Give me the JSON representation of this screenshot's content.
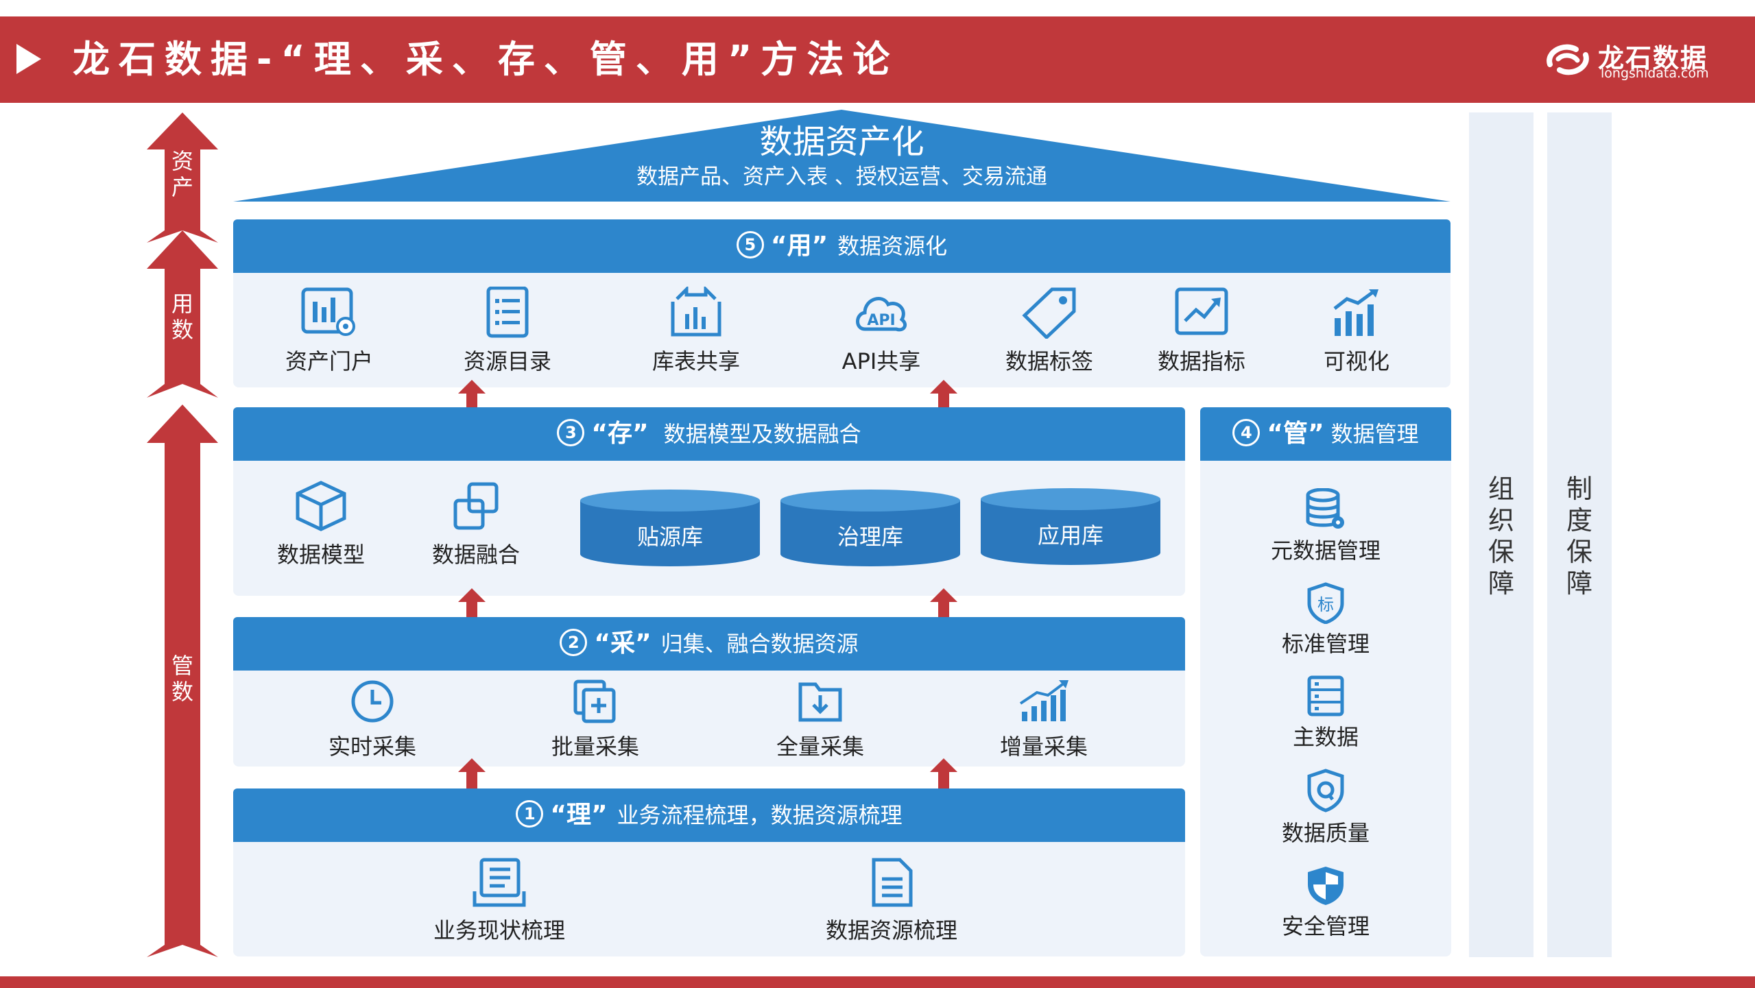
{
  "header": {
    "title": "龙石数据-“理、采、存、管、用”方法论",
    "logo_name": "龙石数据",
    "logo_url": "longshidata.com"
  },
  "left_arrows": {
    "assets": "资\n产",
    "use": "用\n数",
    "manage": "管\n数"
  },
  "roof": {
    "title": "数据资产化",
    "subtitle": "数据产品、资产入表 、授权运营、交易流通"
  },
  "section_use": {
    "num": "5",
    "key": "“用”",
    "desc": "数据资源化",
    "items": [
      "资产门户",
      "资源目录",
      "库表共享",
      "API共享",
      "数据标签",
      "数据指标",
      "可视化"
    ]
  },
  "section_store": {
    "num": "3",
    "key": "“存”",
    "desc": "数据模型及数据融合",
    "items": [
      "数据模型",
      "数据融合"
    ],
    "stores": [
      "贴源库",
      "治理库",
      "应用库"
    ]
  },
  "section_manage": {
    "num": "4",
    "key": "“管”",
    "desc": "数据管理",
    "items": [
      "元数据管理",
      "标准管理",
      "主数据",
      "数据质量",
      "安全管理"
    ]
  },
  "section_collect": {
    "num": "2",
    "key": "“采”",
    "desc": "归集、融合数据资源",
    "items": [
      "实时采集",
      "批量采集",
      "全量采集",
      "增量采集"
    ]
  },
  "section_sort": {
    "num": "1",
    "key": "“理”",
    "desc": "业务流程梳理，数据资源梳理",
    "items": [
      "业务现状梳理",
      "数据资源梳理"
    ]
  },
  "pillars": {
    "org": "组\n织\n保\n障",
    "system": "制\n度\n保\n障"
  },
  "colors": {
    "brand_red": "#c0383b",
    "arrow_red": "#c0383b",
    "bar_blue": "#2d86cc",
    "icon_blue": "#2d86cc",
    "panel_bg": "#eef3fa",
    "pillar_bg": "#e9eff7"
  }
}
